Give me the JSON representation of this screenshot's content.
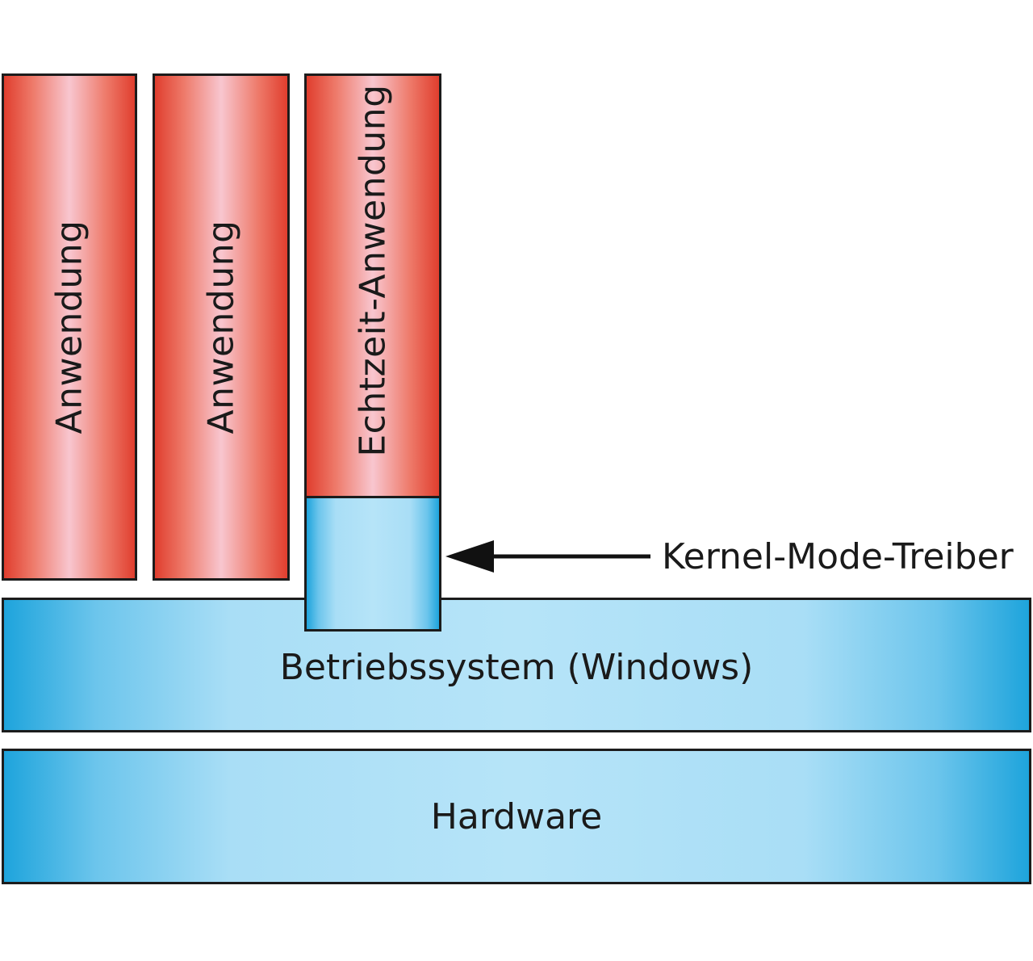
{
  "diagram": {
    "app_1": "Anwendung",
    "app_2": "Anwendung",
    "realtime_app": "Echtzeit-Anwendung",
    "kernel_driver_label": "Kernel-Mode-Treiber",
    "os_layer": "Betriebssystem (Windows)",
    "hardware_layer": "Hardware",
    "colors": {
      "application": "#e03e2e",
      "system": "#1ea4dc",
      "outline": "#1c1c1c"
    }
  }
}
